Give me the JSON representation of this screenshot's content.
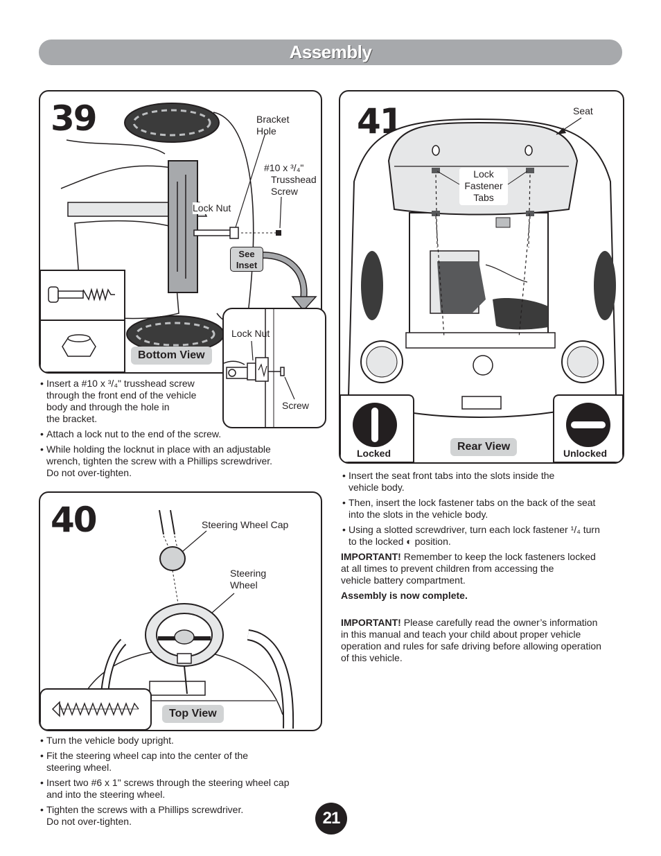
{
  "header": {
    "title": "Assembly"
  },
  "step39": {
    "number": "39",
    "labels": {
      "bracket_hole": [
        "Bracket",
        "Hole"
      ],
      "screw_spec": [
        "#10 x ³/₄\"",
        "Trusshead",
        "Screw"
      ],
      "lock_nut": "Lock Nut",
      "see_inset": [
        "See",
        "Inset"
      ],
      "inset_lock_nut": "Lock Nut",
      "inset_screw": "Screw",
      "view": "Bottom View"
    },
    "instructions": [
      [
        "Insert a #10 x ³/₄\" trusshead screw",
        "through the front end of the vehicle",
        "body and through the hole in",
        "the bracket."
      ],
      [
        "Attach a lock nut to the end of the screw."
      ],
      [
        "While holding the locknut in place with an adjustable",
        "wrench, tighten the screw with a Phillips screwdriver.",
        "Do not over-tighten."
      ]
    ]
  },
  "step40": {
    "number": "40",
    "labels": {
      "cap": "Steering Wheel Cap",
      "wheel": [
        "Steering",
        "Wheel"
      ],
      "view": "Top View"
    },
    "instructions": [
      [
        "Turn the vehicle body upright."
      ],
      [
        "Fit the steering wheel cap into the center of the",
        "steering wheel."
      ],
      [
        "Insert two #6 x 1\" screws through the steering wheel cap",
        "and into the steering wheel."
      ],
      [
        "Tighten the screws with a Phillips screwdriver.",
        "Do not over-tighten."
      ]
    ]
  },
  "step41": {
    "number": "41",
    "labels": {
      "seat": "Seat",
      "tabs": [
        "Lock",
        "Fastener",
        "Tabs"
      ],
      "view": "Rear View",
      "locked": "Locked",
      "unlocked": "Unlocked"
    },
    "instructions": [
      [
        "Insert the seat front tabs into the slots inside the",
        "vehicle body."
      ],
      [
        "Then, insert the lock fastener tabs on the back of the seat",
        "into the slots in the vehicle body."
      ],
      [
        "Using a slotted screwdriver, turn each lock fastener ¹/₄ turn",
        "to the locked ◐ position."
      ]
    ],
    "important1": {
      "label": "IMPORTANT!",
      "lines": [
        " Remember to keep the lock fasteners locked",
        "at all times to prevent children from accessing the",
        "vehicle battery compartment."
      ]
    },
    "complete": "Assembly is now complete.",
    "important2": {
      "label": "IMPORTANT!",
      "lines": [
        " Please carefully read the owner’s information",
        "in this manual and teach your child about proper vehicle",
        "operation and rules for safe driving before allowing operation",
        "of this vehicle."
      ]
    }
  },
  "page_number": "21"
}
